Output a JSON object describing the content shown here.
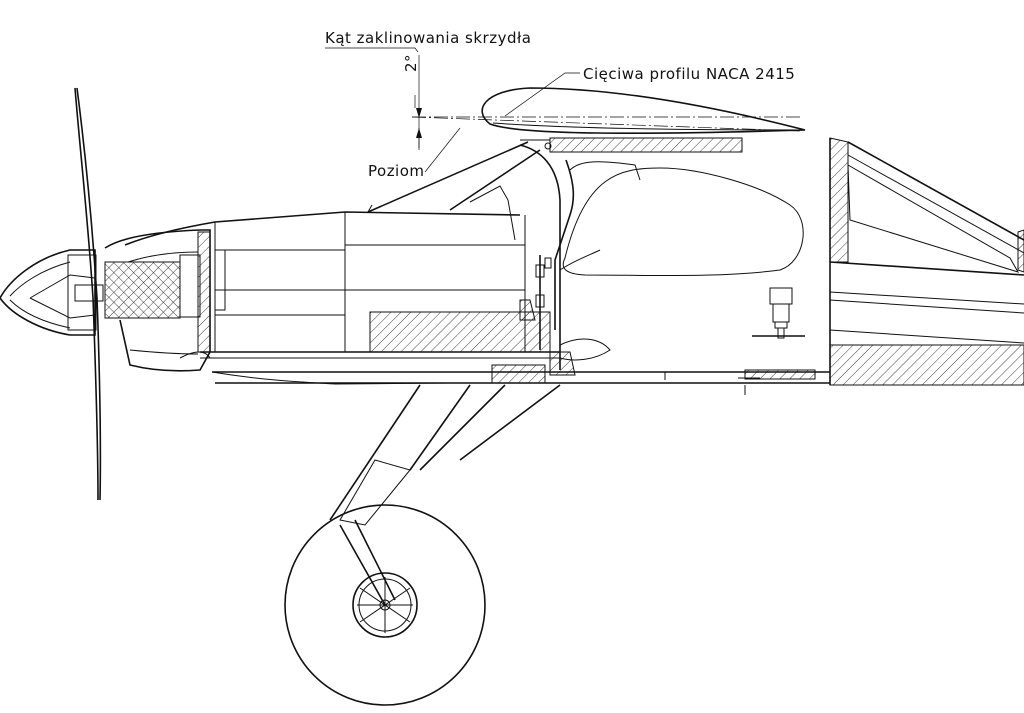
{
  "labels": {
    "wing_incidence": "Kąt zaklinowania skrzydła",
    "angle_value": "2°",
    "chord": "Cięciwa profilu NACA 2415",
    "horizontal": "Poziom"
  },
  "colors": {
    "line": "#111111",
    "background": "#ffffff"
  }
}
